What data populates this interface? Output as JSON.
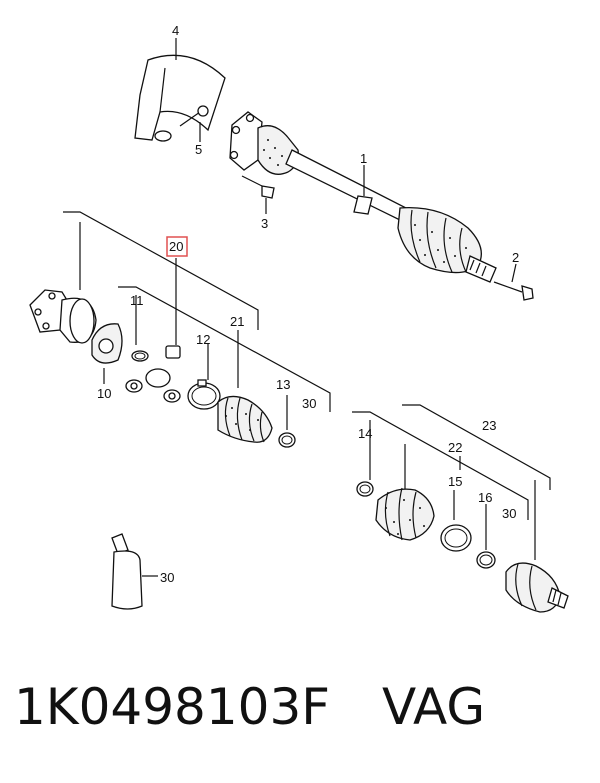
{
  "callouts": {
    "c1": "1",
    "c2": "2",
    "c3": "3",
    "c4": "4",
    "c5": "5",
    "c10": "10",
    "c11": "11",
    "c12": "12",
    "c13": "13",
    "c14": "14",
    "c15": "15",
    "c16": "16",
    "c20": "20",
    "c21": "21",
    "c22": "22",
    "c23": "23",
    "c30a": "30",
    "c30b": "30",
    "c30c": "30"
  },
  "highlight_color": "#e05050",
  "caption": {
    "part_number": "1K0498103F",
    "brand": "VAG"
  }
}
